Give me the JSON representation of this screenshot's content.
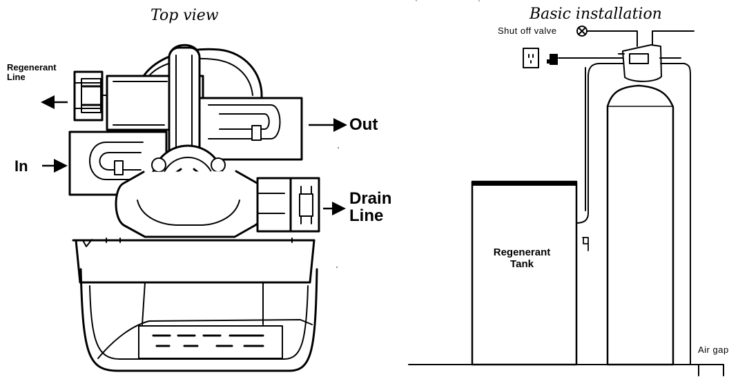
{
  "titles": {
    "top_view": "Top view",
    "basic_installation": "Basic installation"
  },
  "labels": {
    "regenerant_line": "Regenerant\nLine",
    "in": "In",
    "out": "Out",
    "drain_line": "Drain\nLine",
    "shut_off_valve": "Shut off valve",
    "regenerant_tank": "Regenerant\nTank",
    "air_gap": "Air gap"
  }
}
